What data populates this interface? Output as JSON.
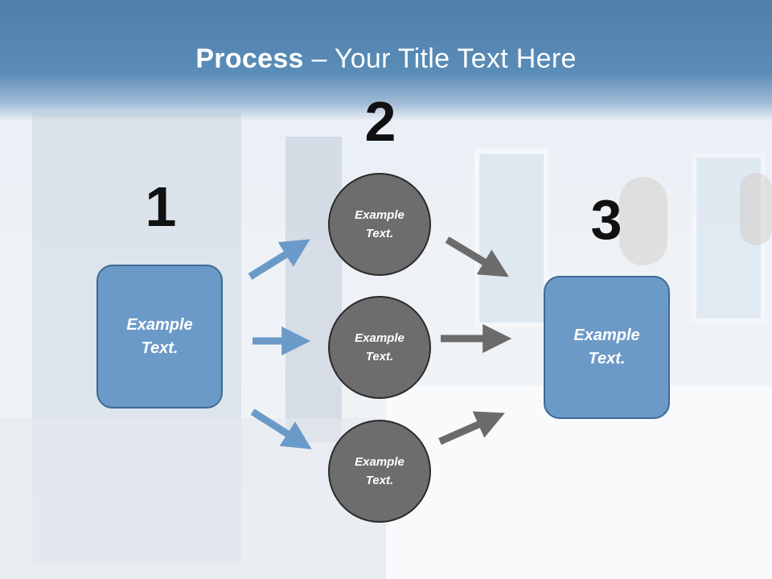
{
  "title": {
    "bold": "Process",
    "rest": " – Your Title Text Here"
  },
  "steps": [
    {
      "number": "1",
      "text": "Example\nText."
    },
    {
      "number": "2",
      "items": [
        "Example\nText.",
        "Example\nText.",
        "Example\nText."
      ]
    },
    {
      "number": "3",
      "text": "Example\nText."
    }
  ],
  "colors": {
    "header": "#5a8cb8",
    "box_fill": "#6c9ac8",
    "circle_fill": "#6d6d6d",
    "arrow_blue": "#6a9ac8",
    "arrow_gray": "#6b6b6b"
  }
}
